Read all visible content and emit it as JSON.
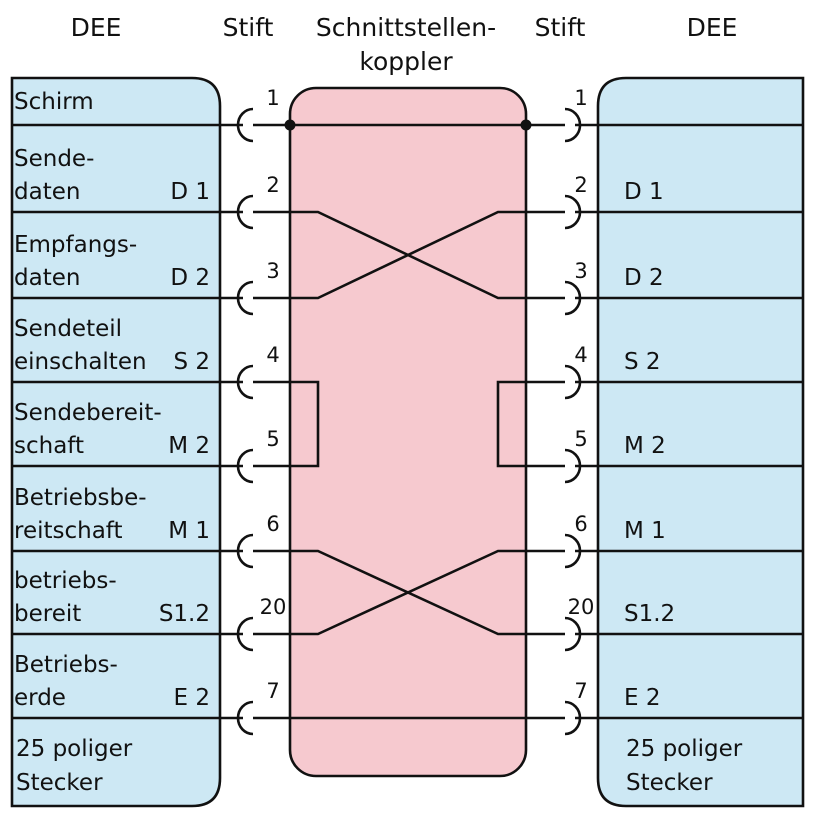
{
  "headers": {
    "dee_left": "DEE",
    "stift_left": "Stift",
    "coupler_line1": "Schnittstellen-",
    "coupler_line2": "koppler",
    "stift_right": "Stift",
    "dee_right": "DEE"
  },
  "colors": {
    "dee_fill": "#cde8f4",
    "coupler_fill": "#f6c9cf",
    "line": "#111111"
  },
  "signals": [
    {
      "lines": [
        "Schirm"
      ],
      "code": "",
      "pin": "1"
    },
    {
      "lines": [
        "Sende-",
        "daten"
      ],
      "code": "D 1",
      "pin": "2"
    },
    {
      "lines": [
        "Empfangs-",
        "daten"
      ],
      "code": "D 2",
      "pin": "3"
    },
    {
      "lines": [
        "Sendeteil",
        "einschalten"
      ],
      "code": "S 2",
      "pin": "4"
    },
    {
      "lines": [
        "Sendebereit-",
        "schaft"
      ],
      "code": "M 2",
      "pin": "5"
    },
    {
      "lines": [
        "Betriebsbe-",
        "reitschaft"
      ],
      "code": "M 1",
      "pin": "6"
    },
    {
      "lines": [
        "betriebs-",
        "bereit"
      ],
      "code": "S1.2",
      "pin": "20"
    },
    {
      "lines": [
        "Betriebs-",
        "erde"
      ],
      "code": "E 2",
      "pin": "7"
    }
  ],
  "footer": {
    "line1": "25 poliger",
    "line2": "Stecker"
  }
}
